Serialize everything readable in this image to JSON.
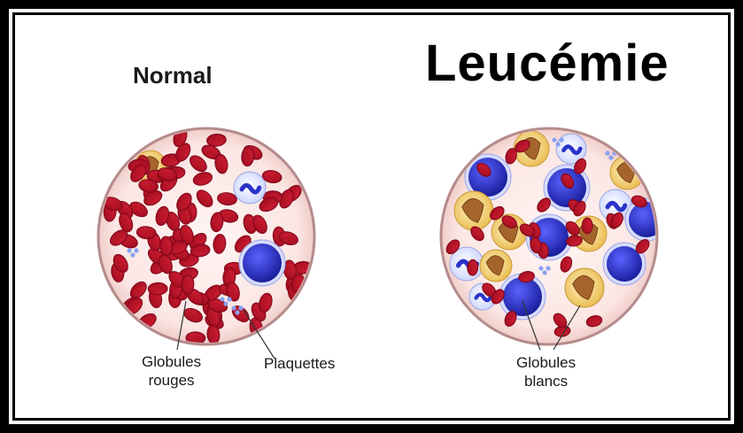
{
  "titles": {
    "normal": "Normal",
    "leukemia": "Leucémie"
  },
  "labels": {
    "red_cells_line1": "Globules",
    "red_cells_line2": "rouges",
    "platelets": "Plaquettes",
    "white_cells_line1": "Globules",
    "white_cells_line2": "blancs"
  },
  "colors": {
    "red_cell": "#c8102e",
    "white_cell_nucleus_blue": "#2b33c9",
    "white_cell_pale": "#d9e0ff",
    "granulocyte_cytoplasm": "#f4d77a",
    "granulocyte_nucleus": "#a5642b",
    "platelet": "#8aa2f2",
    "dish_rim": "#b88a8a",
    "background": "#ffffff"
  }
}
